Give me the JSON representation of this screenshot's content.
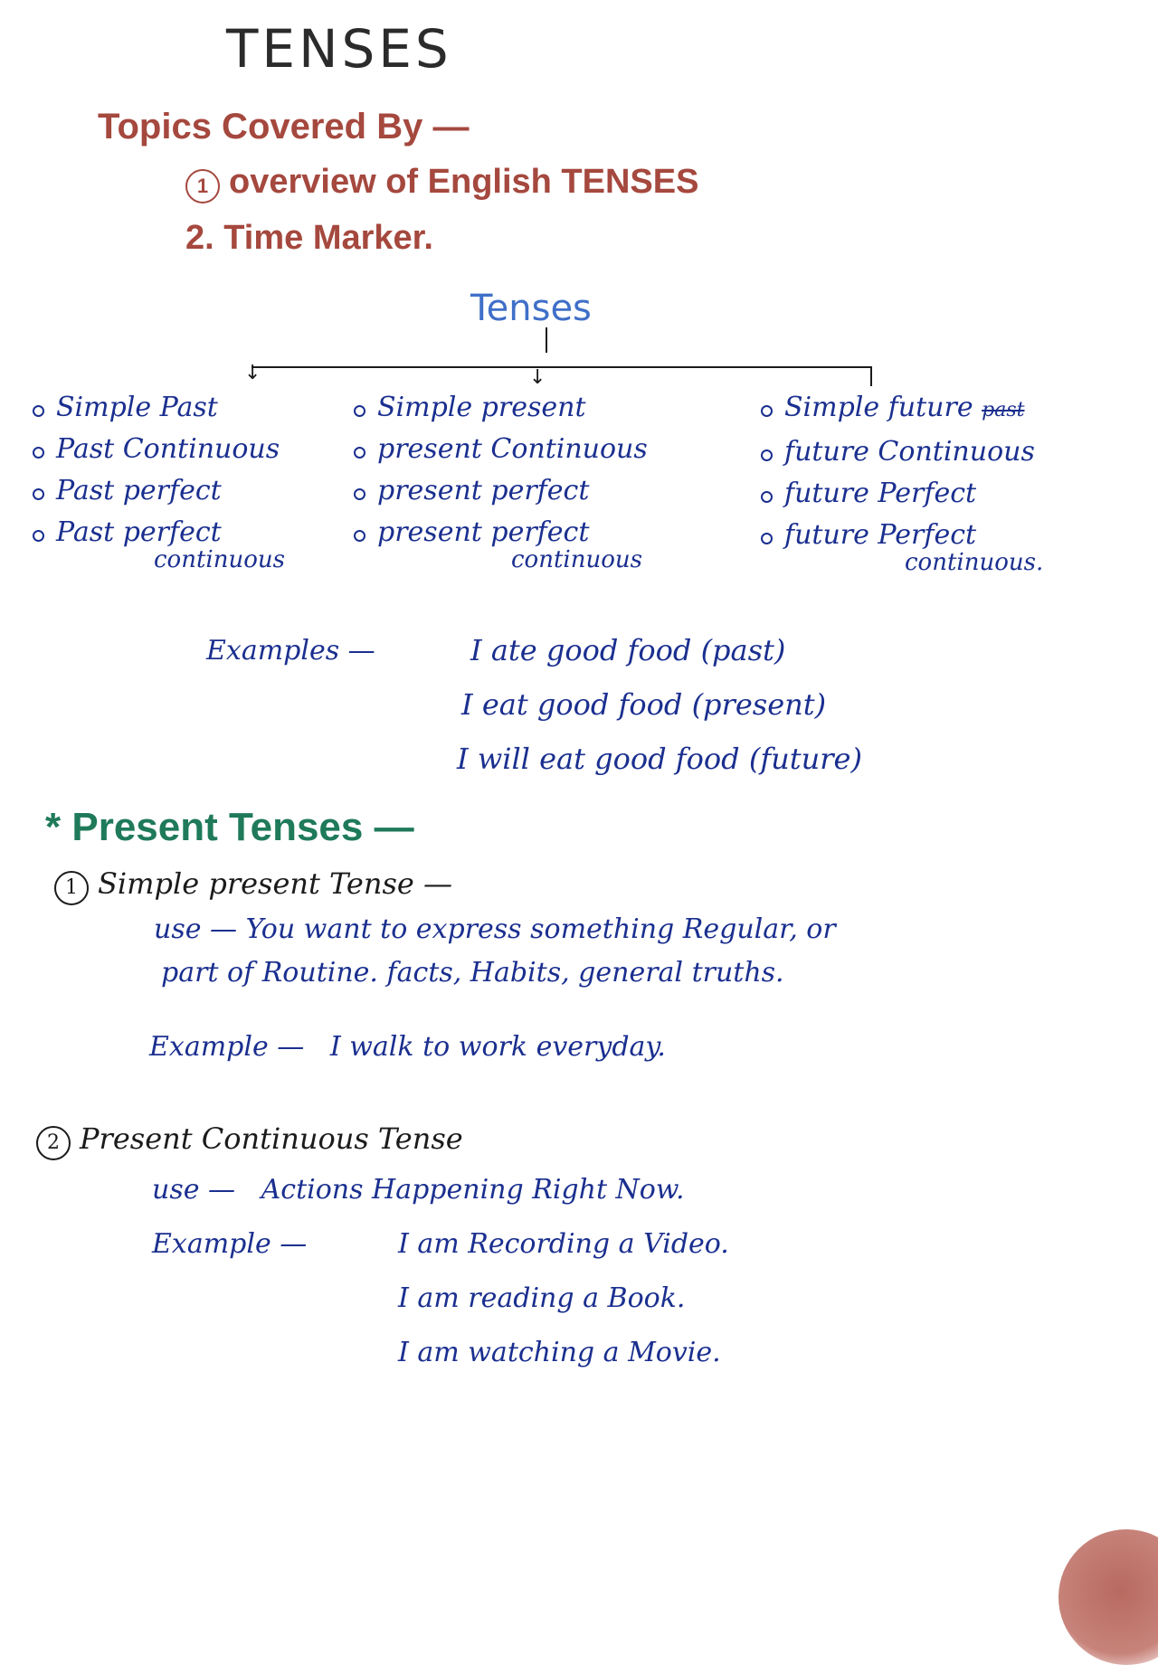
{
  "page": {
    "title": "TENSES",
    "topics": {
      "heading": "Topics Covered By —",
      "items": [
        {
          "number": "1",
          "text": "overview of English TENSES"
        },
        {
          "number": "2.",
          "text": "Time Marker."
        }
      ]
    },
    "tree": {
      "root": "Tenses",
      "columns": [
        {
          "items": [
            "Simple Past",
            "Past Continuous",
            "Past perfect",
            "Past perfect"
          ],
          "last_sub": "continuous"
        },
        {
          "items": [
            "Simple present",
            "present Continuous",
            "present perfect",
            "present perfect"
          ],
          "last_sub": "continuous"
        },
        {
          "items": [
            "Simple future",
            "future Continuous",
            "future Perfect",
            "future Perfect"
          ],
          "struck": "past",
          "last_sub": "continuous."
        }
      ]
    },
    "examples": {
      "label": "Examples —",
      "lines": [
        "I ate good food (past)",
        "I eat good food (present)",
        "I will eat good food (future)"
      ]
    },
    "present_section": {
      "heading": "* Present Tenses —",
      "parts": [
        {
          "number": "1",
          "title": "Simple present Tense —",
          "use_label": "use —",
          "use_text_line1": "You want to express something Regular, or",
          "use_text_line2": "part of Routine. facts, Habits, general truths.",
          "example_label": "Example —",
          "examples": [
            "I walk to work everyday."
          ]
        },
        {
          "number": "2",
          "title": "Present Continuous Tense",
          "use_label": "use —",
          "use_text_line1": "Actions Happening Right Now.",
          "example_label": "Example —",
          "examples": [
            "I am Recording a Video.",
            "I am reading a Book.",
            "I am watching a Movie."
          ]
        }
      ]
    }
  },
  "colors": {
    "title": "#2b2b2b",
    "topics": "#a5483e",
    "tree_root": "#3f6fc8",
    "body_ink": "#1a2f8f",
    "section_heading": "#1f7a5a",
    "subheading_ink": "#1b1b1b"
  }
}
